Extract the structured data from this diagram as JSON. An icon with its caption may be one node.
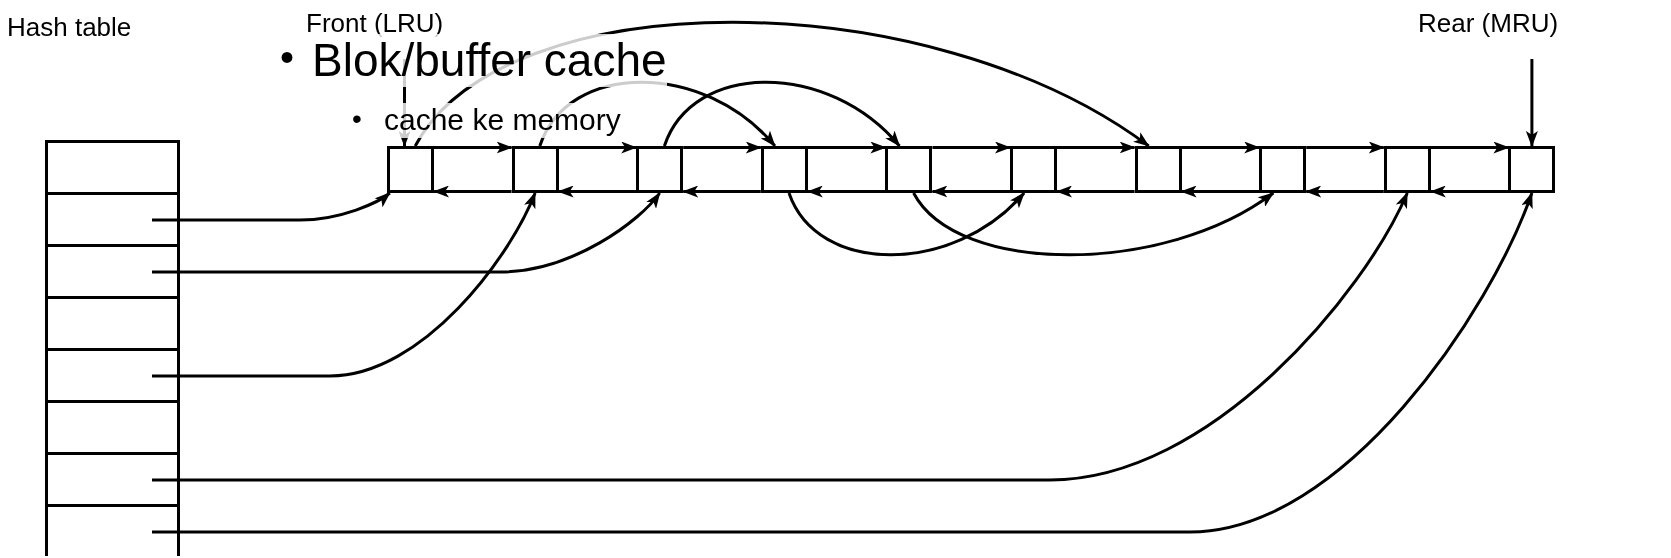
{
  "diagram": {
    "nodes": [
      {
        "text": [
          "Hash table"
        ]
      },
      {
        "text": [
          "Front (LRU)"
        ]
      },
      {
        "text": [
          "Rear (MRU)"
        ]
      },
      {
        "text": [],
        "shape": "box",
        "in": 0
      },
      {
        "text": [],
        "shape": "box",
        "in": 0
      },
      {
        "text": [],
        "shape": "box",
        "in": 0
      },
      {
        "text": [],
        "shape": "box",
        "in": 0
      },
      {
        "text": [],
        "shape": "box",
        "in": 0
      },
      {
        "text": [],
        "shape": "box",
        "in": 0
      },
      {
        "text": [],
        "shape": "box",
        "in": 0
      },
      {
        "text": [],
        "shape": "box",
        "in": 0
      },
      {
        "text": [],
        "shape": "box"
      },
      {
        "text": [],
        "shape": "box"
      },
      {
        "text": [],
        "shape": "box"
      },
      {
        "text": [],
        "shape": "box"
      },
      {
        "text": [],
        "shape": "box"
      },
      {
        "text": [],
        "shape": "box"
      },
      {
        "text": [],
        "shape": "box"
      },
      {
        "text": [],
        "shape": "box"
      },
      {
        "text": [],
        "shape": "box"
      },
      {
        "text": [],
        "shape": "box"
      }
    ],
    "edges": [
      {
        "from": 11,
        "to": 12,
        "arrow": "to"
      },
      {
        "from": 12,
        "to": 13,
        "arrow": "to"
      },
      {
        "from": 13,
        "to": 14,
        "arrow": "to"
      },
      {
        "from": 14,
        "to": 15,
        "arrow": "to"
      },
      {
        "from": 15,
        "to": 16,
        "arrow": "to"
      },
      {
        "from": 16,
        "to": 17,
        "arrow": "to"
      },
      {
        "from": 17,
        "to": 18,
        "arrow": "to"
      },
      {
        "from": 18,
        "to": 19,
        "arrow": "to"
      },
      {
        "from": 19,
        "to": 20,
        "arrow": "to"
      },
      {
        "from": 12,
        "to": 11,
        "arrow": "to"
      },
      {
        "from": 13,
        "to": 12,
        "arrow": "to"
      },
      {
        "from": 14,
        "to": 13,
        "arrow": "to"
      },
      {
        "from": 15,
        "to": 14,
        "arrow": "to"
      },
      {
        "from": 16,
        "to": 15,
        "arrow": "to"
      },
      {
        "from": 17,
        "to": 16,
        "arrow": "to"
      },
      {
        "from": 18,
        "to": 17,
        "arrow": "to"
      },
      {
        "from": 19,
        "to": 18,
        "arrow": "to"
      },
      {
        "from": 20,
        "to": 19,
        "arrow": "to"
      },
      {
        "from": 1,
        "to": 11,
        "arrow": "to"
      },
      {
        "from": 2,
        "to": 20,
        "arrow": "to"
      },
      {
        "from": 4,
        "to": 11,
        "arrow": "to"
      },
      {
        "from": 5,
        "to": 13,
        "arrow": "to"
      },
      {
        "from": 7,
        "to": 12,
        "arrow": "to"
      },
      {
        "from": 9,
        "to": 19,
        "arrow": "to"
      },
      {
        "from": 10,
        "to": 20,
        "arrow": "to"
      },
      {
        "from": 11,
        "to": 17,
        "arrow": "to"
      },
      {
        "from": 12,
        "to": 14,
        "arrow": "to"
      },
      {
        "from": 13,
        "to": 15,
        "arrow": "to"
      },
      {
        "from": 14,
        "to": 16,
        "arrow": "to"
      },
      {
        "from": 15,
        "to": 18,
        "arrow": "to"
      }
    ],
    "labels": [
      "•",
      "Blok/buffer cache",
      "•",
      "cache ke memory"
    ]
  }
}
